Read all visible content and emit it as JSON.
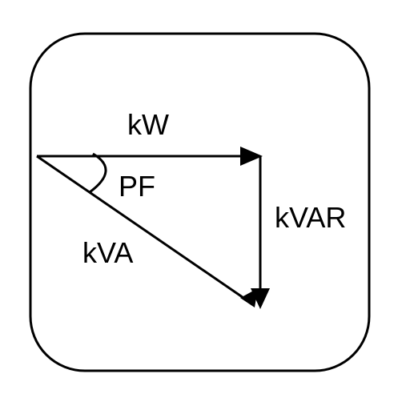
{
  "diagram": {
    "labels": {
      "real_power": "kW",
      "reactive_power": "kVAR",
      "apparent_power": "kVA",
      "power_factor": "PF"
    },
    "colors": {
      "stroke": "#000000",
      "background": "#ffffff"
    }
  }
}
